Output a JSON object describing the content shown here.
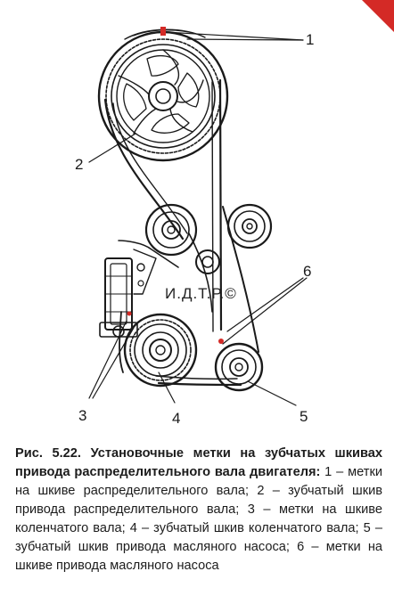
{
  "figure": {
    "callouts": [
      "1",
      "2",
      "3",
      "4",
      "5",
      "6"
    ],
    "watermark": "И.Д.Т.Р.©"
  },
  "caption": {
    "title": "Рис. 5.22. Установочные метки на зубчатых шкивах привода распределительного вала двигателя:",
    "body": " 1 – метки на шкиве распределитель­ного вала; 2 – зубчатый шкив привода распреде­лительного вала; 3 – метки на шкиве коленчатого вала; 4 – зубчатый шкив коленчатого вала; 5 – зуб­чатый шкив привода масляного насоса; 6 – метки на шкиве привода масляного насоса"
  },
  "colors": {
    "accent": "#d42a26",
    "line": "#1a1a1a"
  }
}
